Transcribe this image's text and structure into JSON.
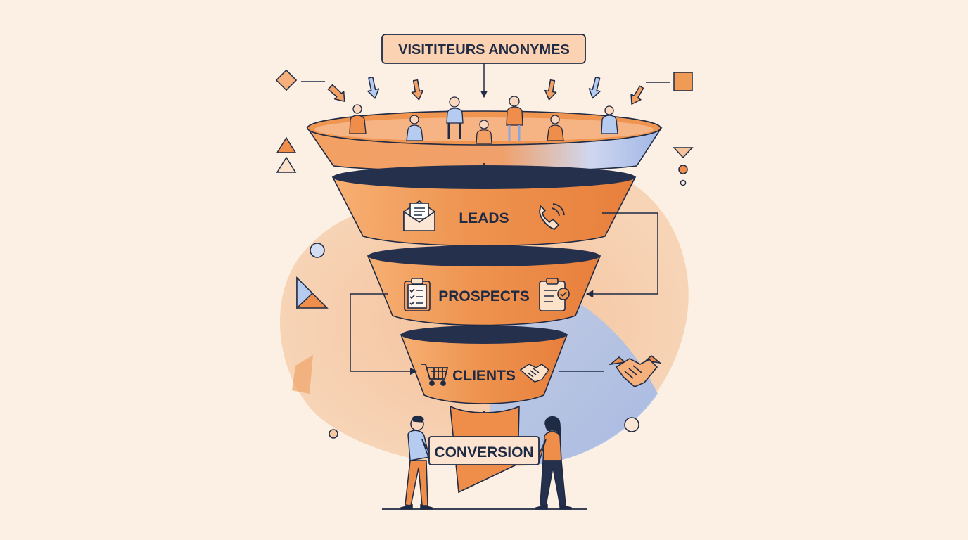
{
  "title": "VISITITEURS ANONYMES",
  "stages": [
    {
      "label": "LEADS",
      "icons": [
        "envelope-icon",
        "phone-icon"
      ]
    },
    {
      "label": "PROSPECTS",
      "icons": [
        "checklist-icon",
        "clipboard-check-icon"
      ]
    },
    {
      "label": "CLIENTS",
      "icons": [
        "cart-icon",
        "handshake-icon"
      ]
    }
  ],
  "conversion_label": "CONVERSION",
  "colors": {
    "background": "#fcefe3",
    "funnel_orange": "#ef9a55",
    "funnel_dark": "#25304d",
    "accent_blue": "#a9c1ee",
    "outline": "#1f2a44"
  }
}
